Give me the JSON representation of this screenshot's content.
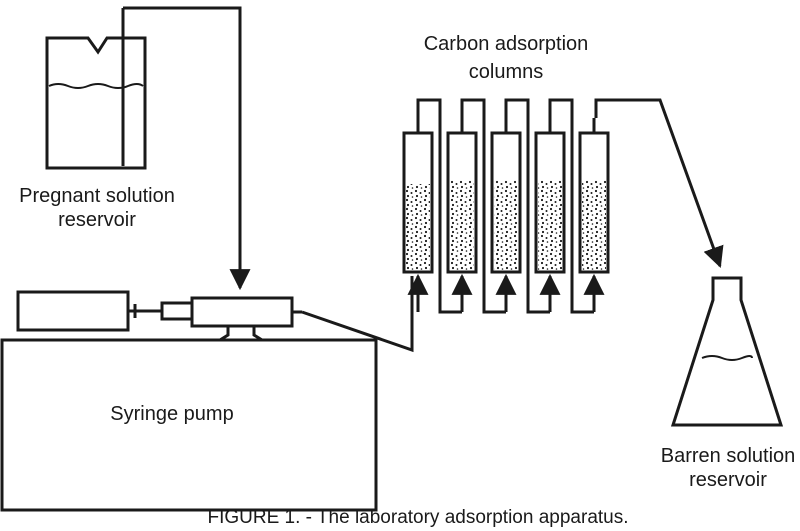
{
  "labels": {
    "pregnant_reservoir": [
      "Pregnant solution",
      "reservoir"
    ],
    "carbon_columns": [
      "Carbon adsorption",
      "columns"
    ],
    "syringe_pump": "Syringe pump",
    "barren_reservoir": [
      "Barren solution",
      "reservoir"
    ]
  },
  "caption": "FIGURE 1. - The laboratory adsorption apparatus.",
  "columns_count": 5,
  "colors": {
    "ink": "#1a1a1a",
    "background": "#ffffff"
  }
}
